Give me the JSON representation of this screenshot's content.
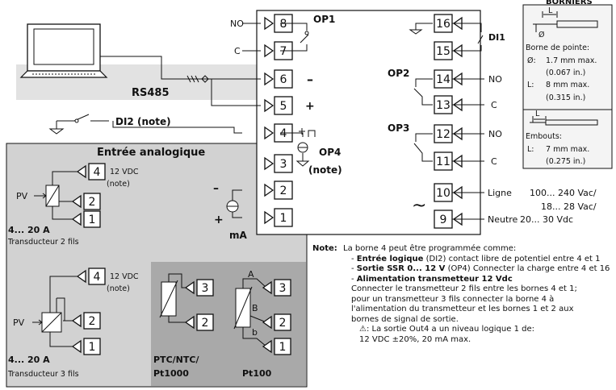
{
  "op1": "OP1",
  "op2": "OP2",
  "op3": "OP3",
  "op4": "OP4",
  "op4_note": "(note)",
  "di1": "DI1",
  "di2": "DI2 (note)",
  "rs485": "RS485",
  "terminals": [
    "1",
    "2",
    "3",
    "4",
    "5",
    "6",
    "7",
    "8",
    "9",
    "10",
    "11",
    "12",
    "13",
    "14",
    "15",
    "16"
  ],
  "labels": {
    "no": "NO",
    "c": "C",
    "ligne": "Ligne",
    "neutre": "Neutre",
    "minus": "–",
    "plus": "+",
    "ma": "mA",
    "tilde": "~"
  },
  "power": {
    "l1": "100... 240 Vac/",
    "l2": "18... 28 Vac/",
    "l3": "20... 30 Vdc"
  },
  "analog": {
    "title": "Entrée analogique",
    "pv": "PV",
    "vdc": "12 VDC",
    "note": "(note)",
    "range": "4... 20 A",
    "trans2": "Transducteur 2 fils",
    "trans3": "Transducteur 3 fils",
    "ptc": "PTC/NTC/",
    "pt1000": "Pt1000",
    "pt100": "Pt100",
    "A": "A",
    "B": "B",
    "b": "b"
  },
  "bornes": {
    "title": "BORNIERS",
    "L": "L",
    "phi": "Ø",
    "pointe": "Borne de pointe:",
    "p1a": "Ø:",
    "p1b": "1.7 mm max.",
    "p1c": "(0.067 in.)",
    "p2a": "L:",
    "p2b": "8 mm max.",
    "p2c": "(0.315 in.)",
    "emb": "Embouts:",
    "e1a": "L:",
    "e1b": "7 mm max.",
    "e1c": "(0.275 in.)"
  },
  "note": {
    "head": "Note:",
    "intro": "La borne 4 peut être programmée comme:",
    "i1b": "Entrée logique",
    "i1": " (DI2) contact libre de potentiel entre 4 et 1",
    "i2b": "Sortie SSR 0... 12 V",
    "i2": " (OP4) Connecter la charge entre 4 et 16",
    "i3b": "Alimentation transmetteur 12 Vdc",
    "i3": "Connecter le transmetteur 2 fils entre les bornes 4 et 1;",
    "i3c": "pour un transmetteur 3 fils connecter la borne 4 à",
    "i3d": "l'alimentation du transmetteur et les bornes 1 et 2 aux",
    "i3e": "bornes de signal de sortie.",
    "w1": ": La sortie Out4 a un niveau logique 1 de:",
    "w2": "12 VDC ±20%, 20 mA max."
  },
  "colors": {
    "panel": "#d2d2d2",
    "panel_dark": "#a9a9a9",
    "box": "#f4f4f4"
  }
}
